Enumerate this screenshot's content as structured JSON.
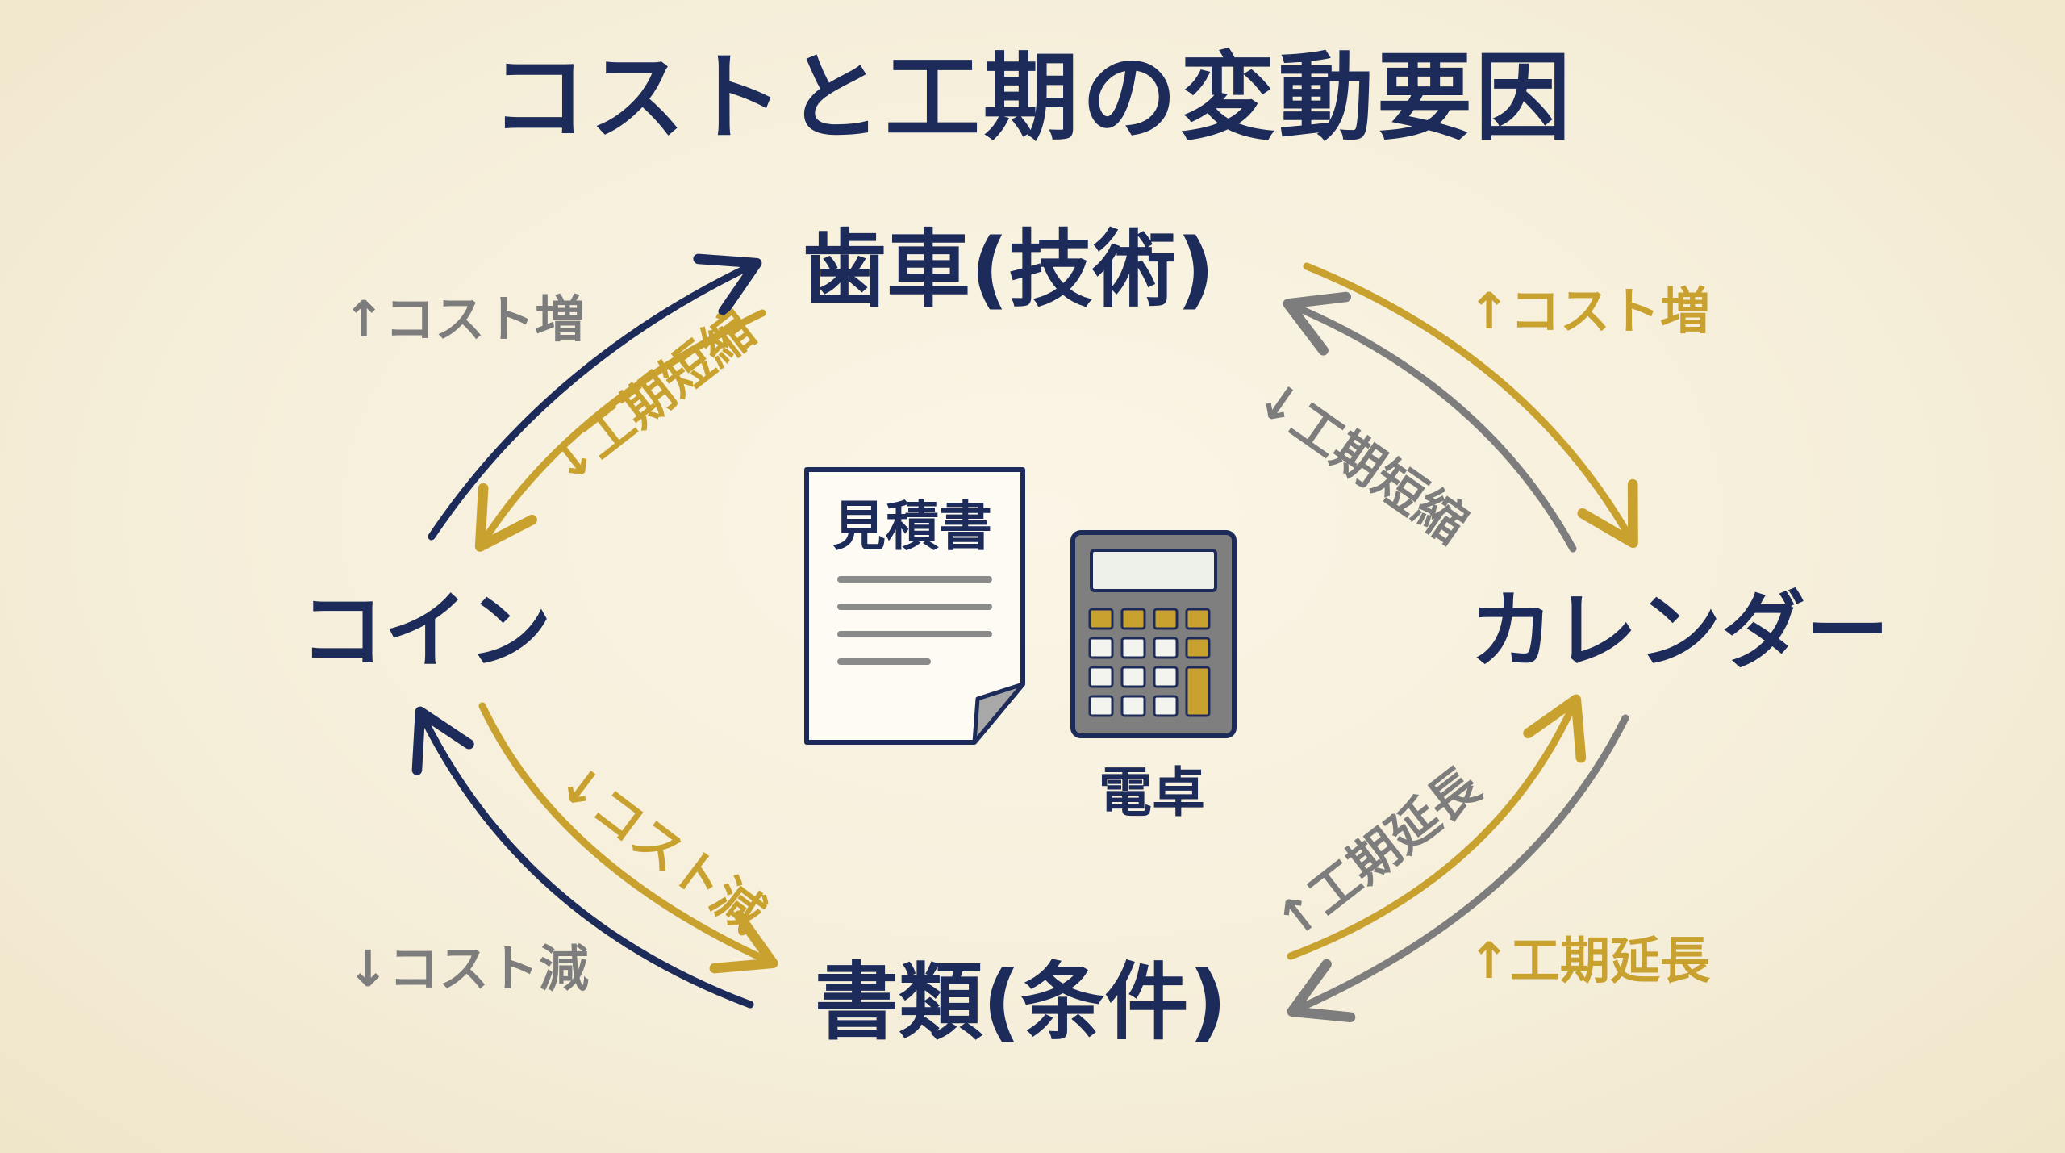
{
  "title": "コストと工期の変動要因",
  "nodes": {
    "top": "歯車(技術)",
    "left": "コイン",
    "right": "カレンダー",
    "bottom": "書類(条件)"
  },
  "labels": {
    "top_left_outer": "↑コスト増",
    "top_left_inner": "↓工期短縮",
    "top_right_outer": "↑コスト増",
    "top_right_inner": "↓工期短縮",
    "bottom_left_inner": "↓コスト減",
    "bottom_left_outer": "↓コスト減",
    "bottom_right_inner": "↑工期延長",
    "bottom_right_outer": "↑工期延長"
  },
  "center": {
    "document_title": "見積書",
    "calculator_label": "電卓"
  },
  "colors": {
    "navy": "#1c2b5a",
    "gold": "#c9a12e",
    "gray": "#7d7d7d",
    "background": "#f5efdc"
  }
}
